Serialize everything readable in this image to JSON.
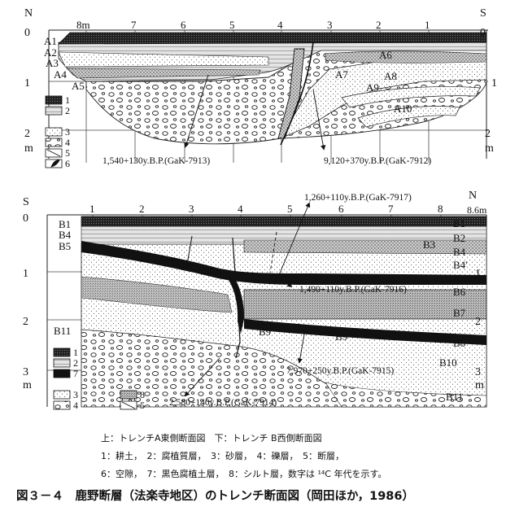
{
  "top": {
    "corner_left": "N",
    "corner_right": "S",
    "depth_labels_left": [
      "0",
      "1",
      "2",
      "m"
    ],
    "depth_labels_right": [
      "0",
      "1",
      "2",
      "m"
    ],
    "distance_labels": [
      "8m",
      "7",
      "6",
      "5",
      "4",
      "3",
      "2",
      "1"
    ],
    "layer_labels": [
      "A1",
      "A2",
      "A3",
      "A4",
      "A5",
      "A6",
      "A7",
      "A8",
      "A9",
      "A10"
    ],
    "dates": [
      "1,540+130y.B.P.(GaK-7913)",
      "9,120+370y.B.P.(GaK-7912)"
    ],
    "legend": [
      "1",
      "2",
      "3",
      "4",
      "5",
      "6"
    ]
  },
  "bottom": {
    "corner_left": "S",
    "corner_right": "N",
    "depth_labels_left": [
      "0",
      "1",
      "2",
      "3",
      "m"
    ],
    "depth_labels_right": [
      "1",
      "2",
      "3",
      "m"
    ],
    "distance_labels": [
      "1",
      "2",
      "3",
      "4",
      "5",
      "6",
      "7",
      "8",
      "8.6m"
    ],
    "layer_labels_left": [
      "B1",
      "B4",
      "B5",
      "B11"
    ],
    "layer_labels_right": [
      "B1",
      "B2",
      "B3",
      "B4",
      "B4'",
      "B5",
      "B6",
      "B7",
      "B8",
      "B10",
      "B11"
    ],
    "layer_labels_inner": [
      "B9",
      "B9"
    ],
    "dates": [
      "1,260+110y.B.P.(GaK-7917)",
      "1,490+110y.B.P.(GaK-7916)",
      "7,970+250y.B.P.(GaK-7915)",
      "2,580+140y.B.P.(GaK-7914)"
    ],
    "legend": [
      "1",
      "2",
      "7",
      "3",
      "4",
      "8",
      "5"
    ]
  },
  "caption": {
    "line1": "上：トレンチA東側断面図　下：トレンチ B西側断面図",
    "line2": "1：耕土，　2：腐植質層，　3：砂層，　4：礫層，　5：断層，",
    "line3": "6：空隙，　7：黒色腐植土層，　8：シルト層，数字は ¹⁴C 年代を示す。",
    "figure_title": "図３－４　鹿野断層（法楽寺地区）のトレンチ断面図（岡田ほか，1986）"
  }
}
